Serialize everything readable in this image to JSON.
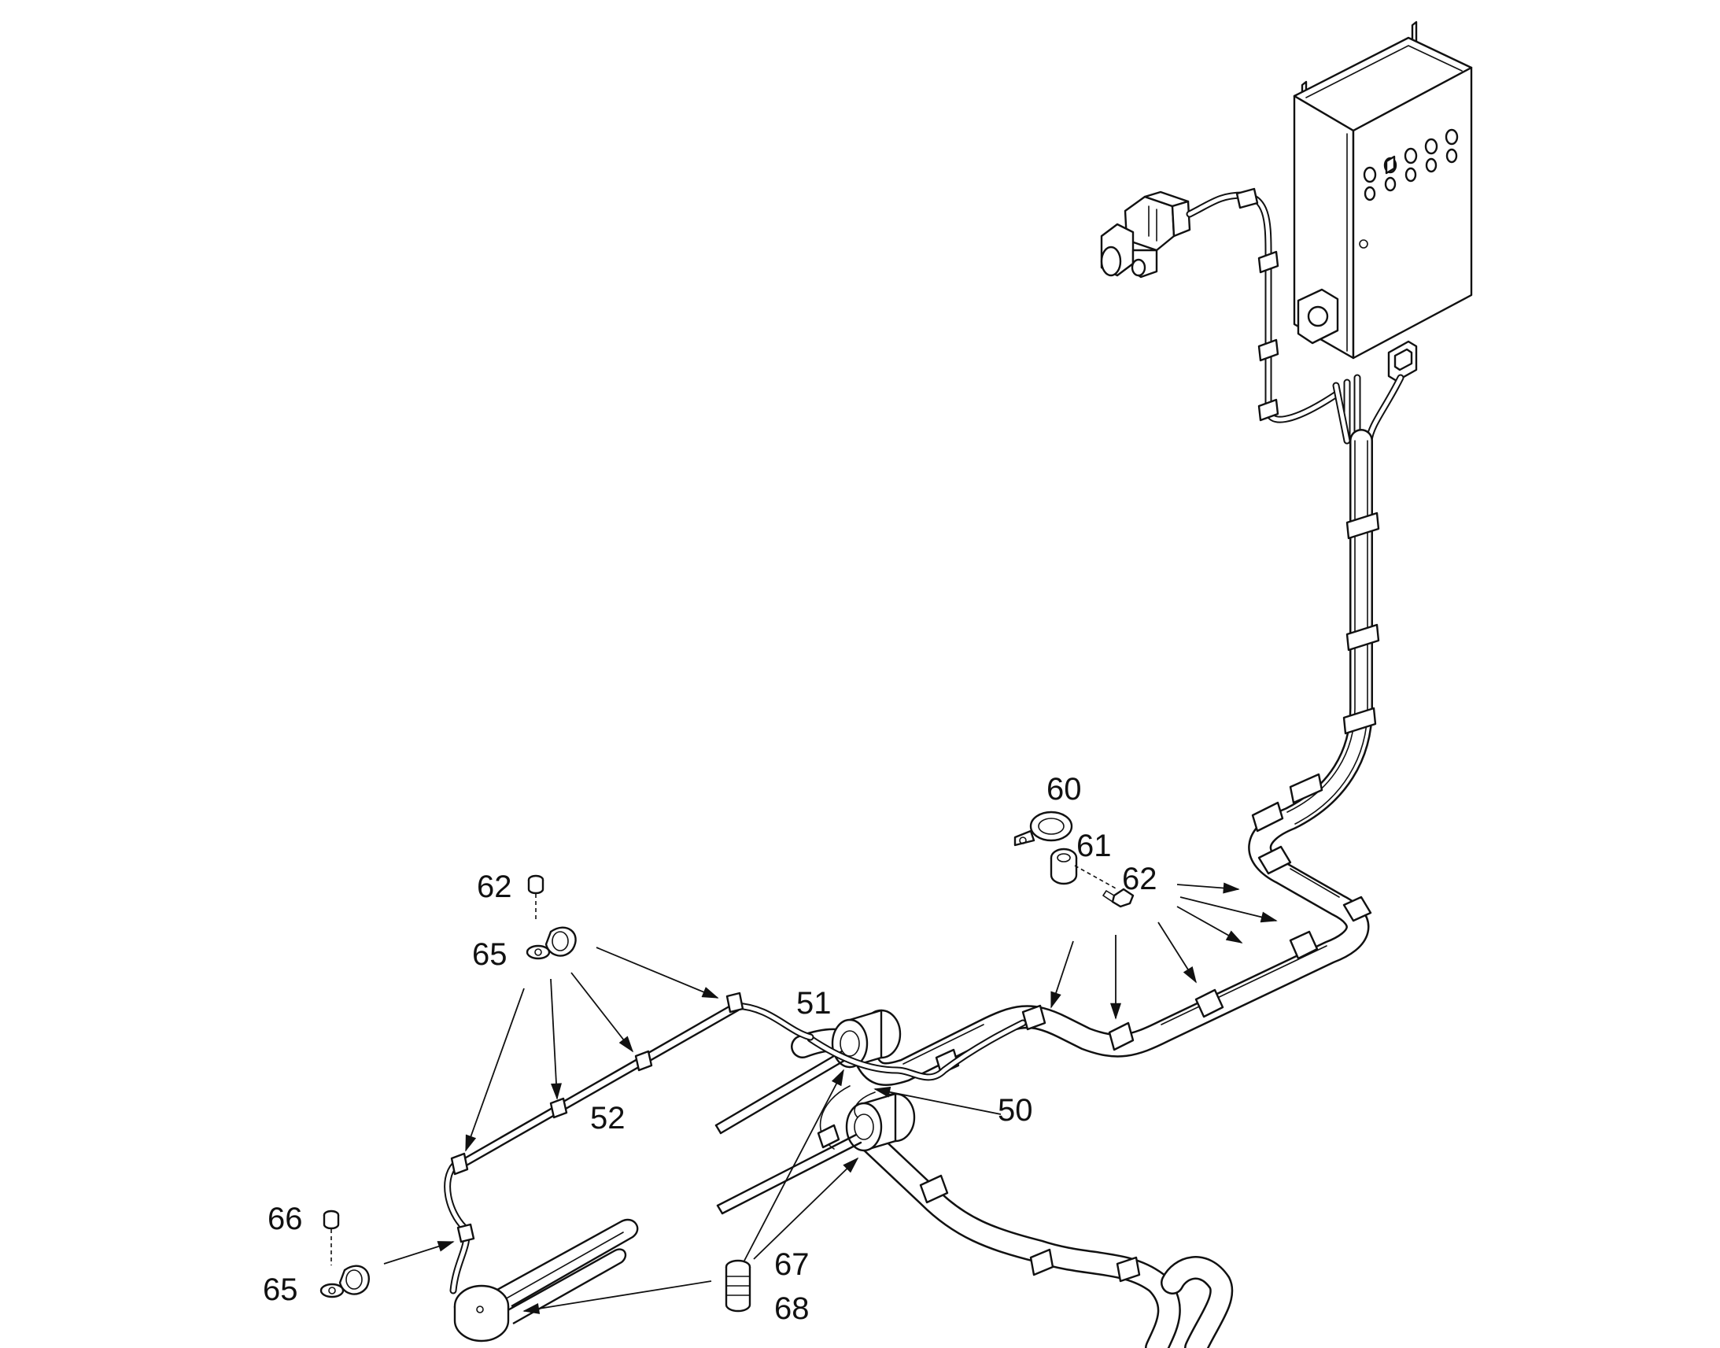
{
  "callouts": {
    "c60": "60",
    "c61": "61",
    "c62_right": "62",
    "c62_left": "62",
    "c65_upper": "65",
    "c65_lower": "65",
    "c66": "66",
    "c51": "51",
    "c52": "52",
    "c50": "50",
    "c67": "67",
    "c68": "68"
  }
}
